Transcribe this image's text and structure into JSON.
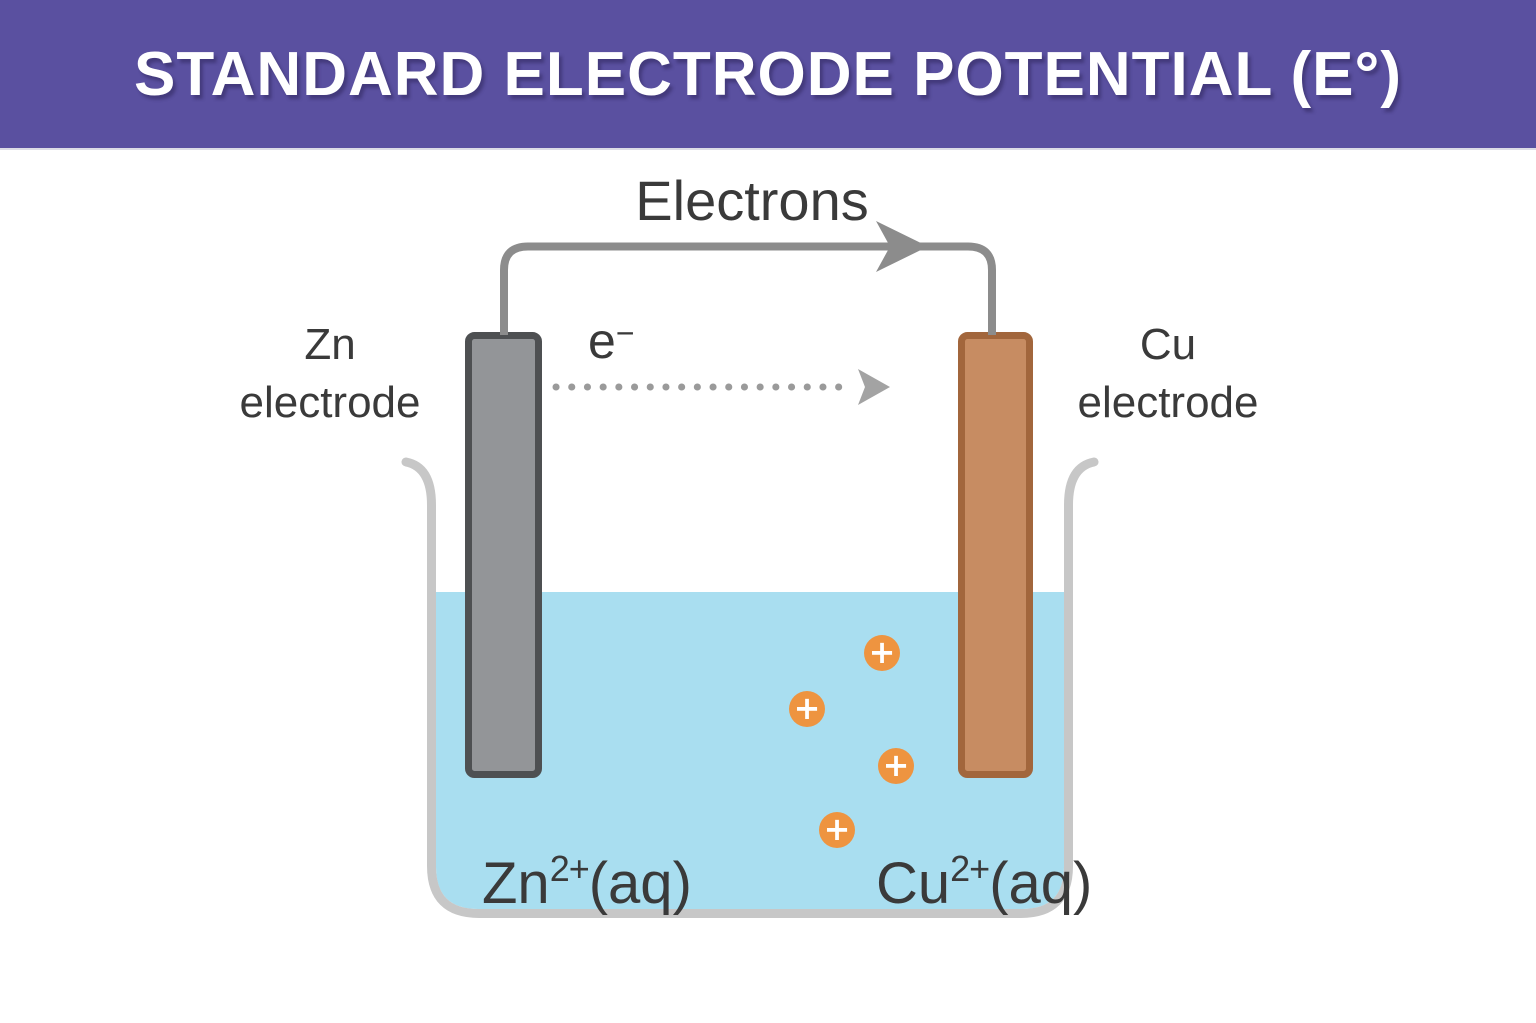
{
  "header": {
    "title": "STANDARD ELECTRODE POTENTIAL (E°)"
  },
  "diagram": {
    "electrons_label": "Electrons",
    "electron_symbol": {
      "base": "e",
      "sup": "−"
    },
    "zn_electrode_label": {
      "line1": "Zn",
      "line2": "electrode"
    },
    "cu_electrode_label": {
      "line1": "Cu",
      "line2": "electrode"
    },
    "zn_ion_label": {
      "base": "Zn",
      "sup": "2+",
      "suffix": "(aq)"
    },
    "cu_ion_label": {
      "base": "Cu",
      "sup": "2+",
      "suffix": "(aq)"
    },
    "cation_symbol": "+",
    "cation_count": 4
  },
  "colors": {
    "banner": "#5a50a0",
    "title_text": "#ffffff",
    "label_text": "#3a3a3a",
    "wire": "#8c8c8c",
    "dotted_arrow": "#9a9a9a",
    "beaker": "#c7c7c7",
    "water": "#a9def0",
    "ion": "#ee9440",
    "zn_fill": "#939598",
    "zn_border": "#4e5052",
    "cu_fill": "#c78c62",
    "cu_border": "#a2663c"
  }
}
